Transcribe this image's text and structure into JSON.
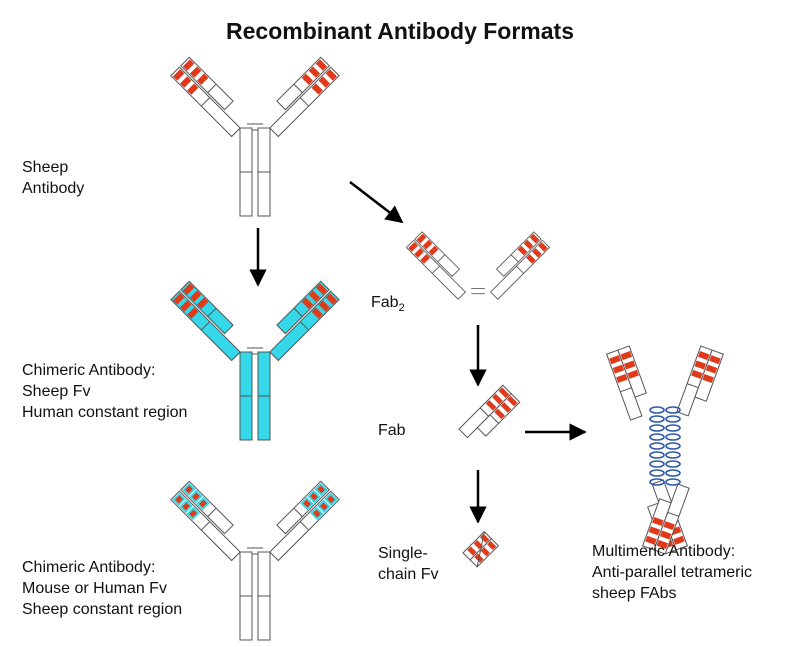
{
  "title": "Recombinant Antibody Formats",
  "colors": {
    "cdr_red": "#e03a1a",
    "human_constant": "#34d8e8",
    "mouse_human_fv": "#34d8e8",
    "leucine_zipper": "#2f5aa8",
    "outline": "#555555",
    "arrow": "#000000"
  },
  "labels": {
    "sheep_antibody": [
      "Sheep",
      "Antibody"
    ],
    "chimeric_1": [
      "Chimeric Antibody:",
      "Sheep Fv",
      "Human constant region"
    ],
    "chimeric_2": [
      "Chimeric Antibody:",
      "Mouse or Human Fv",
      "Sheep constant region"
    ],
    "fab2_main": "Fab",
    "fab2_sub": "2",
    "fab": "Fab",
    "scfv": [
      "Single-",
      "chain Fv"
    ],
    "multimeric": [
      "Multimeric Antibody:",
      "Anti-parallel tetrameric",
      "sheep FAbs"
    ]
  }
}
